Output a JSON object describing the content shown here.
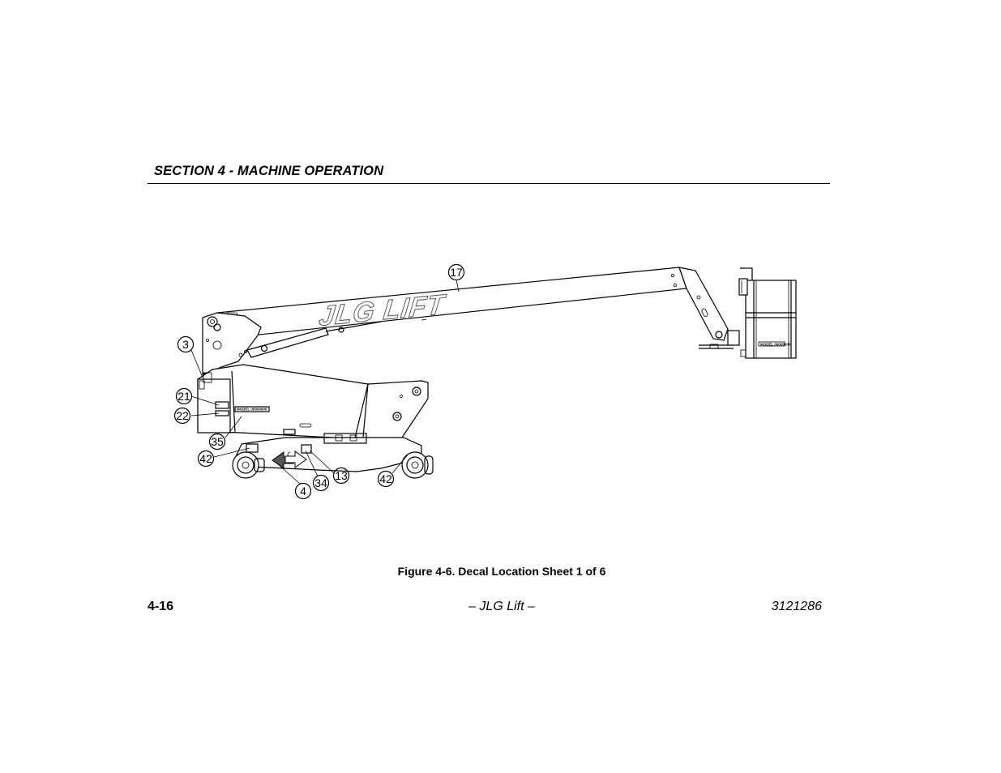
{
  "header": {
    "section_title": "SECTION 4 - MACHINE OPERATION"
  },
  "figure": {
    "logo_text": "JLG LIFT",
    "model_decal_text": "MODEL 00000000",
    "platform_decal_text": "MODEL 00000000",
    "callouts": {
      "c17": "17",
      "c3": "3",
      "c21": "21",
      "c22": "22",
      "c35": "35",
      "c42_left": "42",
      "c4": "4",
      "c34": "34",
      "c13": "13",
      "c42_right": "42"
    },
    "caption": "Figure 4-6. Decal Location Sheet 1 of 6"
  },
  "footer": {
    "page_number": "4-16",
    "center_text": "– JLG Lift –",
    "doc_number": "3121286"
  }
}
